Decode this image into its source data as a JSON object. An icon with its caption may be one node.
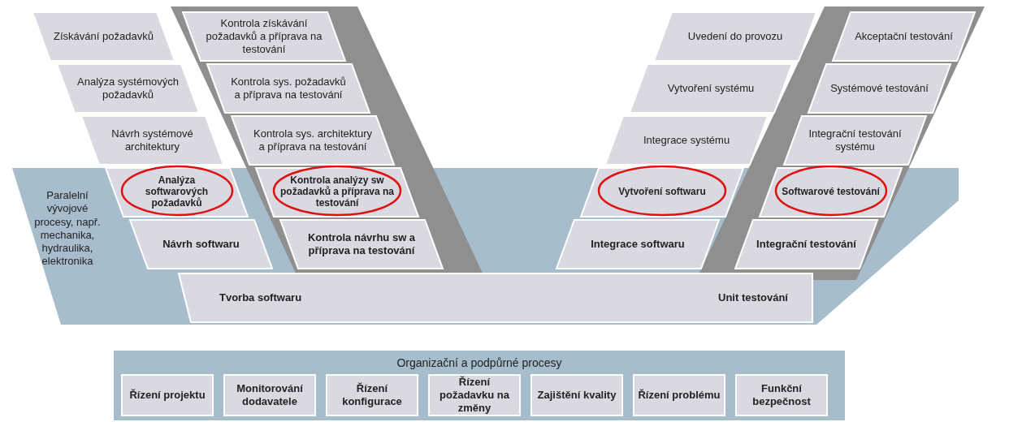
{
  "diagram": {
    "nodes": [
      {
        "text": [
          "Získávání požadavků"
        ]
      },
      {
        "text": [
          "Analýza systémových požadavků"
        ]
      },
      {
        "text": [
          "Návrh systémové architektury"
        ]
      },
      {
        "text": [
          "Paralelní vývojové procesy, např. mechanika, hydraulika, elektronika"
        ]
      },
      {
        "text": [
          "Analýza softwarových požadavků"
        ],
        "in": 3
      },
      {
        "text": [
          "Návrh softwaru"
        ],
        "in": 3
      },
      {
        "text": [
          "Tvorba softwaru",
          "Unit testování"
        ],
        "in": 3
      },
      {
        "text": [
          "Kontrola získávání požadavků a příprava na testování"
        ]
      },
      {
        "text": [
          "Kontrola sys. požadavků a příprava na testování"
        ]
      },
      {
        "text": [
          "Kontrola sys. architektury a příprava na testování"
        ]
      },
      {
        "text": [
          "Kontrola analýzy sw požadavků a příprava na testování"
        ],
        "in": 3
      },
      {
        "text": [
          "Kontrola návrhu sw a příprava na testování"
        ],
        "in": 3
      },
      {
        "text": [
          "Uvedení do provozu"
        ]
      },
      {
        "text": [
          "Vytvoření systému"
        ]
      },
      {
        "text": [
          "Integrace systému"
        ]
      },
      {
        "text": [
          "Vytvoření softwaru"
        ],
        "in": 3
      },
      {
        "text": [
          "Integrace softwaru"
        ],
        "in": 3
      },
      {
        "text": [
          "Akceptační testování"
        ]
      },
      {
        "text": [
          "Systémové testování"
        ]
      },
      {
        "text": [
          "Integrační testování systému"
        ]
      },
      {
        "text": [
          "Softwarové testování"
        ],
        "in": 3
      },
      {
        "text": [
          "Integrační testování"
        ],
        "in": 3
      },
      {
        "text": [
          "Organizační a podpůrné procesy"
        ]
      },
      {
        "text": [
          "Řízení projektu"
        ],
        "in": 22
      },
      {
        "text": [
          "Monitorování dodavatele"
        ],
        "in": 22
      },
      {
        "text": [
          "Řízení konfigurace"
        ],
        "in": 22
      },
      {
        "text": [
          "Řízení požadavku na změny"
        ],
        "in": 22
      },
      {
        "text": [
          "Zajištění kvality"
        ],
        "in": 22
      },
      {
        "text": [
          "Řízení problému"
        ],
        "in": 22
      },
      {
        "text": [
          "Funkční bezpečnost"
        ],
        "in": 22
      }
    ],
    "edges": []
  }
}
